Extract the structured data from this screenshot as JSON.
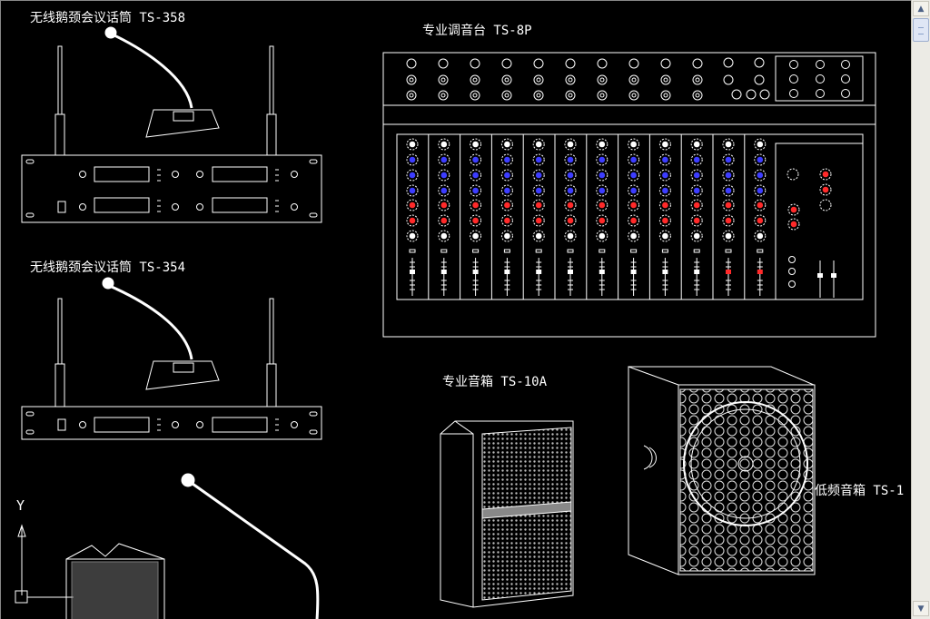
{
  "labels": {
    "mic_ts358": "无线鹅颈会议话筒 TS-358",
    "mic_ts354": "无线鹅颈会议话筒 TS-354",
    "mixer_ts8p": "专业调音台 TS-8P",
    "speaker_ts10a": "专业音箱 TS-10A",
    "subwoofer_ts1": "低频音箱 TS-1",
    "axis_y": "Y"
  },
  "mixer": {
    "channels": 12,
    "top_jacks": 10
  },
  "colors": {
    "line": "#ffffff",
    "knob_blue": "#3d3dff",
    "knob_red": "#ff2a2a",
    "background": "#000000"
  },
  "scrollbar": {
    "up_icon": "▲",
    "down_icon": "▼"
  }
}
